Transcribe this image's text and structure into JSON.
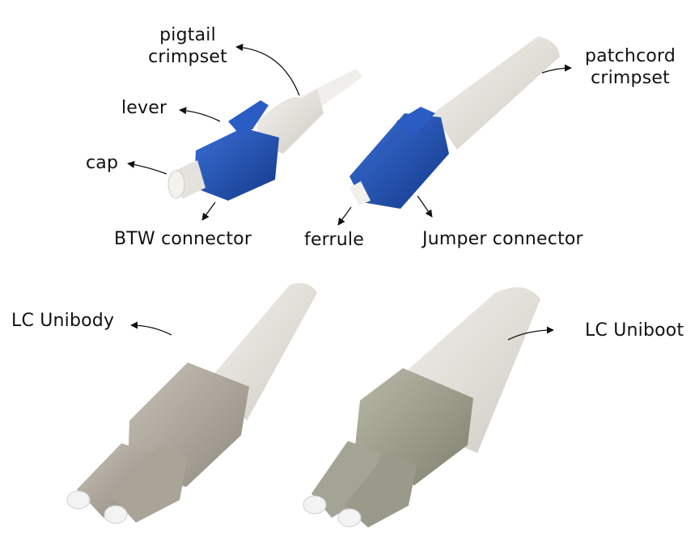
{
  "labels": {
    "pigtail_crimpset": "pigtail\ncrimpset",
    "lever": "lever",
    "cap": "cap",
    "btw_connector": "BTW connector",
    "ferrule": "ferrule",
    "jumper_connector": "Jumper connector",
    "patchcord_crimpset": "patchcord\ncrimpset",
    "lc_unibody": "LC Unibody",
    "lc_uniboot": "LC Uniboot"
  },
  "colors": {
    "connector_blue": "#1c4fb0",
    "boot_white": "#e9e6df",
    "body_gray": "#aea79c",
    "ferrule_cap": "#eeeeee",
    "arrow": "#111111"
  }
}
